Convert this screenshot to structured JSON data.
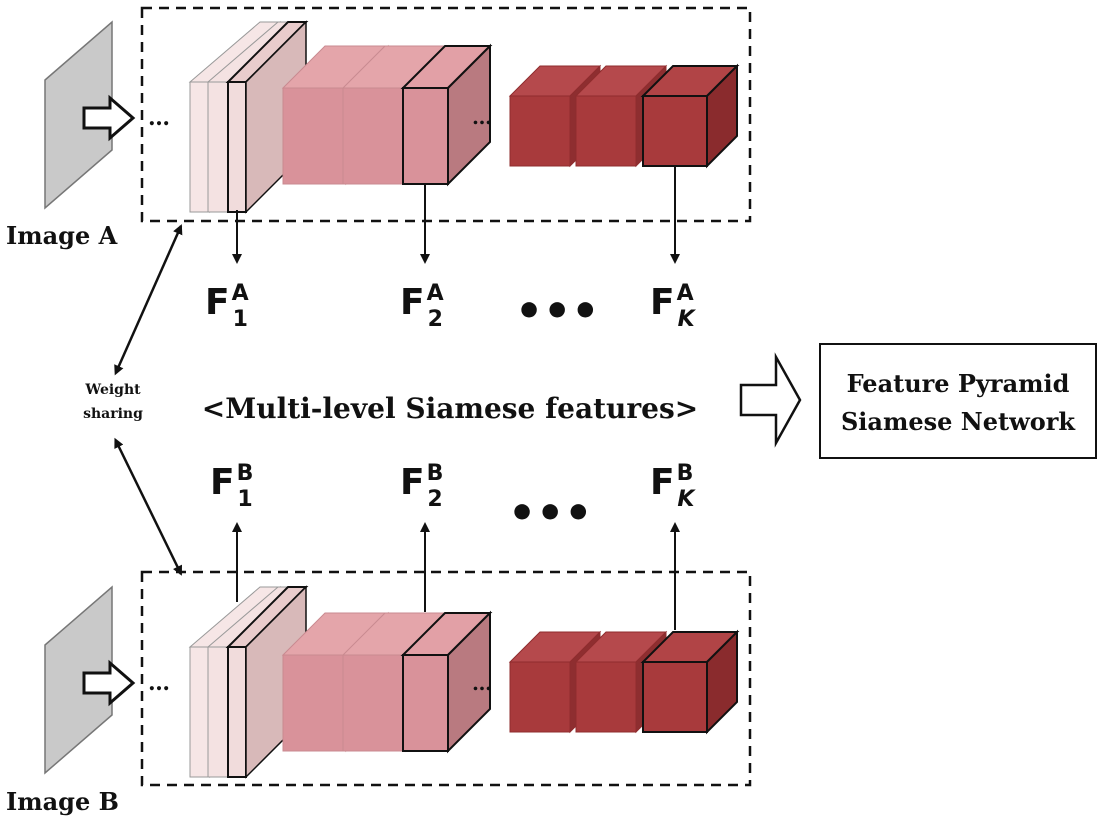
{
  "images": {
    "a_label": "Image A",
    "b_label": "Image B"
  },
  "weight_sharing": {
    "line1": "Weight",
    "line2": "sharing"
  },
  "features_a": [
    {
      "base": "F",
      "sub": "1",
      "sup": "A"
    },
    {
      "base": "F",
      "sub": "2",
      "sup": "A"
    },
    {
      "base": "F",
      "sub": "K",
      "sup": "A"
    }
  ],
  "features_b": [
    {
      "base": "F",
      "sub": "1",
      "sup": "B"
    },
    {
      "base": "F",
      "sub": "2",
      "sup": "B"
    },
    {
      "base": "F",
      "sub": "K",
      "sup": "B"
    }
  ],
  "middle_label": "<Multi-level Siamese features>",
  "output_box": {
    "line1": "Feature Pyramid",
    "line2": "Siamese Network"
  },
  "ellipsis_dots": "•••",
  "colors": {
    "slab_light": "#f2dede",
    "slab_mid": "#dcaaaa",
    "block_pink": "#d98f95",
    "block_dark": "#a83a3c",
    "image_gray": "#c9c9c9"
  }
}
